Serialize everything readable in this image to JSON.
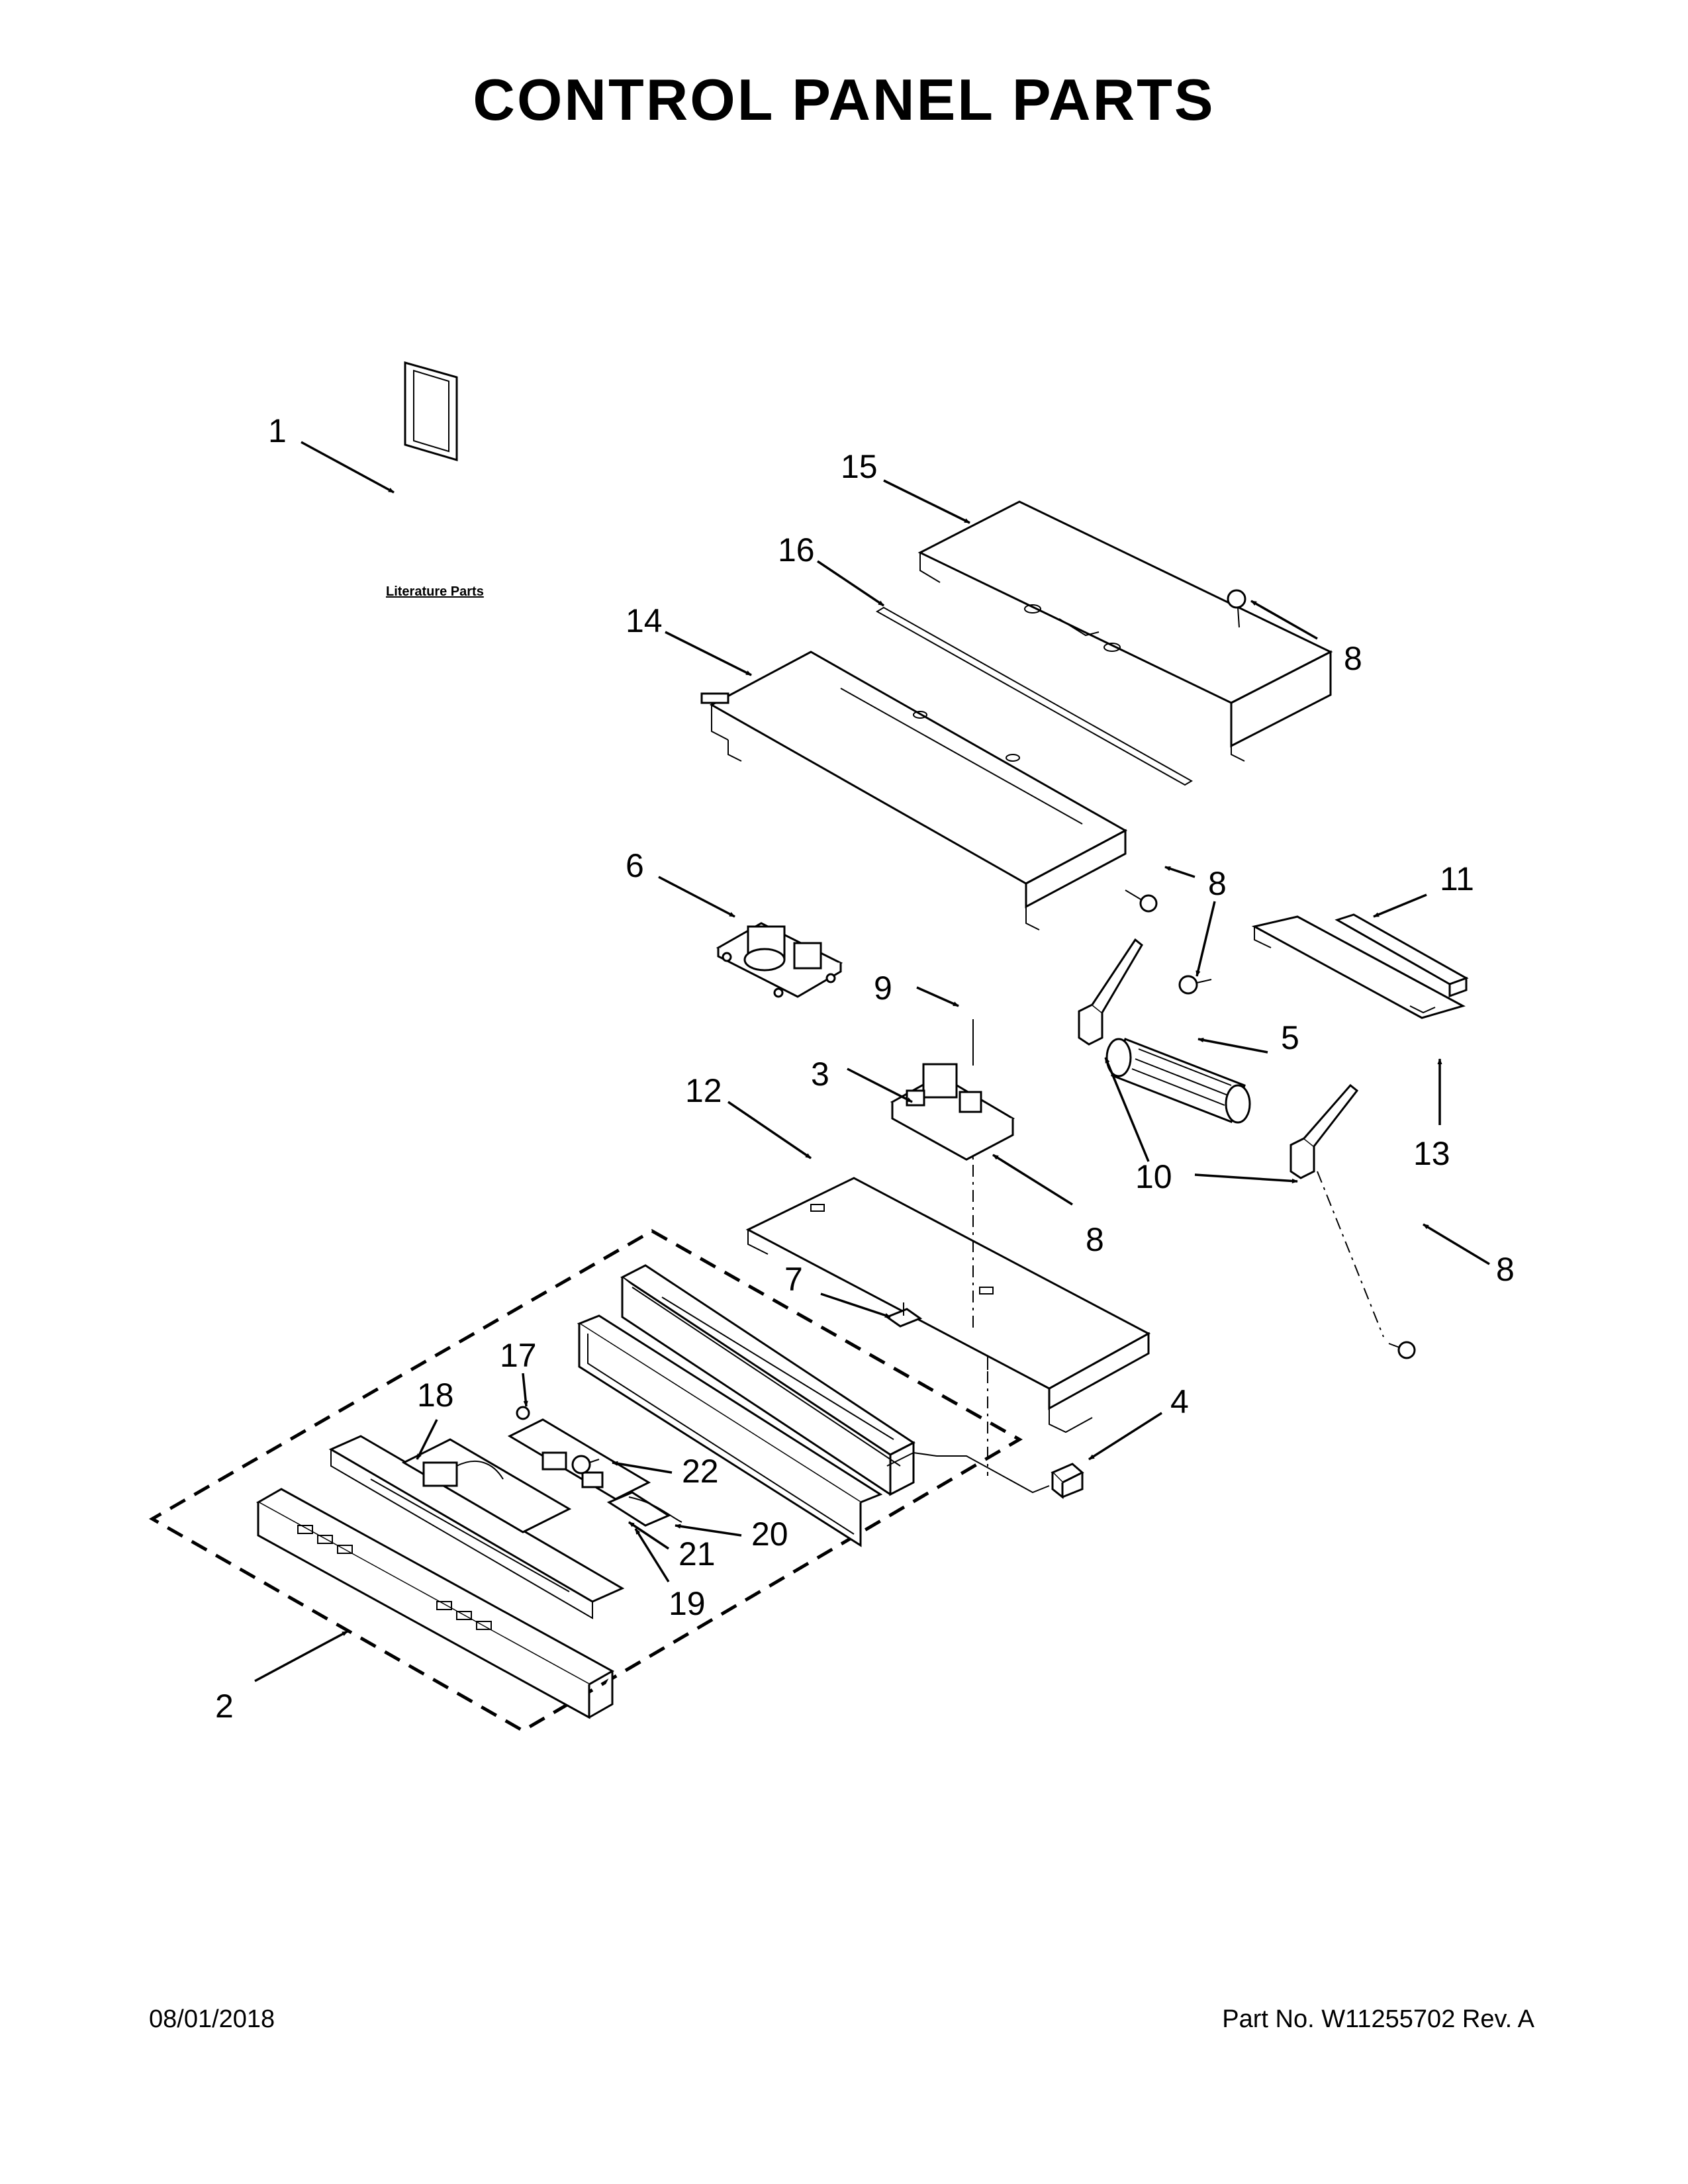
{
  "page": {
    "title": "CONTROL PANEL PARTS",
    "date": "08/01/2018",
    "part_number": "Part No.  W11255702  Rev.  A"
  },
  "literature_label": "Literature Parts",
  "callouts": [
    {
      "id": "1",
      "label": "1"
    },
    {
      "id": "15",
      "label": "15"
    },
    {
      "id": "16",
      "label": "16"
    },
    {
      "id": "14",
      "label": "14"
    },
    {
      "id": "8a",
      "label": "8"
    },
    {
      "id": "8b",
      "label": "8"
    },
    {
      "id": "6",
      "label": "6"
    },
    {
      "id": "11",
      "label": "11"
    },
    {
      "id": "9",
      "label": "9"
    },
    {
      "id": "3",
      "label": "3"
    },
    {
      "id": "5",
      "label": "5"
    },
    {
      "id": "12",
      "label": "12"
    },
    {
      "id": "13",
      "label": "13"
    },
    {
      "id": "10",
      "label": "10"
    },
    {
      "id": "8c",
      "label": "8"
    },
    {
      "id": "8d",
      "label": "8"
    },
    {
      "id": "7",
      "label": "7"
    },
    {
      "id": "4",
      "label": "4"
    },
    {
      "id": "17",
      "label": "17"
    },
    {
      "id": "18",
      "label": "18"
    },
    {
      "id": "22",
      "label": "22"
    },
    {
      "id": "20",
      "label": "20"
    },
    {
      "id": "21",
      "label": "21"
    },
    {
      "id": "19",
      "label": "19"
    },
    {
      "id": "2",
      "label": "2"
    }
  ]
}
